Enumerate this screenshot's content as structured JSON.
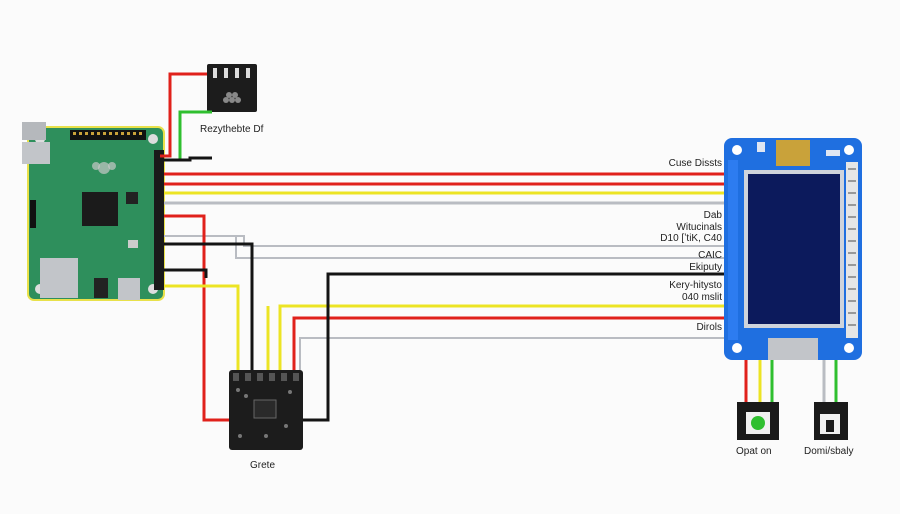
{
  "colors": {
    "wire_red": "#e0211b",
    "wire_yellow": "#ece424",
    "wire_black": "#141414",
    "wire_gray": "#b9bcc2",
    "wire_green": "#2fbf2f",
    "pi_board": "#2e8f5c",
    "display_board": "#1f6fe0",
    "display_screen": "#0c1a5c"
  },
  "top_module": {
    "label": "Rezythebte Df"
  },
  "driver_module": {
    "label": "Grete"
  },
  "display_labels": {
    "l1": "Cuse Dissts",
    "l2": "Dab",
    "l3": "Witucinals",
    "l4": "D10 [ʼtiK, C40",
    "l5": "CAIC",
    "l6": "Ekiputy",
    "l7": "Kery-hitysto",
    "l8": "040 mslit",
    "l9": "Dirols"
  },
  "led_module": {
    "label": "Opat on"
  },
  "switch_module": {
    "label": "Domi/sbaly"
  }
}
